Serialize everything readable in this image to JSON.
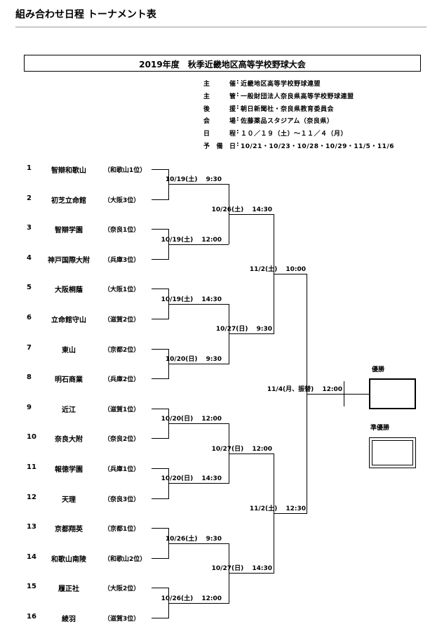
{
  "page_heading": "組み合わせ日程 トーナメント表",
  "title": "2019年度　秋季近畿地区高等学校野球大会",
  "info": [
    {
      "key": "主催",
      "value": "近畿地区高等学校野球連盟"
    },
    {
      "key": "主管",
      "value": "一般財団法人奈良県高等学校野球連盟"
    },
    {
      "key": "後援",
      "value": "朝日新聞社・奈良県教育委員会"
    },
    {
      "key": "会場",
      "value": "佐藤薬品スタジアム（奈良県）"
    },
    {
      "key": "日程",
      "value": "１０／１９（土）～１１／４（月）"
    },
    {
      "key": "予備日",
      "value": "10/21・10/23・10/28・10/29・11/5・11/6"
    }
  ],
  "teams": [
    {
      "seed": "1",
      "name": "智辯和歌山",
      "pref": "（和歌山1位）"
    },
    {
      "seed": "2",
      "name": "初芝立命館",
      "pref": "（大阪3位）"
    },
    {
      "seed": "3",
      "name": "智辯学園",
      "pref": "（奈良1位）"
    },
    {
      "seed": "4",
      "name": "神戸国際大附",
      "pref": "（兵庫3位）"
    },
    {
      "seed": "5",
      "name": "大阪桐蔭",
      "pref": "（大阪1位）"
    },
    {
      "seed": "6",
      "name": "立命館守山",
      "pref": "（滋賀2位）"
    },
    {
      "seed": "7",
      "name": "東山",
      "pref": "（京都2位）"
    },
    {
      "seed": "8",
      "name": "明石商業",
      "pref": "（兵庫2位）"
    },
    {
      "seed": "9",
      "name": "近江",
      "pref": "（滋賀1位）"
    },
    {
      "seed": "10",
      "name": "奈良大附",
      "pref": "（奈良2位）"
    },
    {
      "seed": "11",
      "name": "報徳学園",
      "pref": "（兵庫1位）"
    },
    {
      "seed": "12",
      "name": "天理",
      "pref": "（奈良3位）"
    },
    {
      "seed": "13",
      "name": "京都翔英",
      "pref": "（京都1位）"
    },
    {
      "seed": "14",
      "name": "和歌山南陵",
      "pref": "（和歌山2位）"
    },
    {
      "seed": "15",
      "name": "履正社",
      "pref": "（大阪2位）"
    },
    {
      "seed": "16",
      "name": "綾羽",
      "pref": "（滋賀3位）"
    }
  ],
  "round1": [
    {
      "date": "10/19(土)",
      "time": "9:30"
    },
    {
      "date": "10/19(土)",
      "time": "12:00"
    },
    {
      "date": "10/19(土)",
      "time": "14:30"
    },
    {
      "date": "10/20(日)",
      "time": "9:30"
    },
    {
      "date": "10/20(日)",
      "time": "12:00"
    },
    {
      "date": "10/20(日)",
      "time": "14:30"
    },
    {
      "date": "10/26(土)",
      "time": "9:30"
    },
    {
      "date": "10/26(土)",
      "time": "12:00"
    }
  ],
  "round2": [
    {
      "date": "10/26(土)",
      "time": "14:30"
    },
    {
      "date": "10/27(日)",
      "time": "9:30"
    },
    {
      "date": "10/27(日)",
      "time": "12:00"
    },
    {
      "date": "10/27(日)",
      "time": "14:30"
    }
  ],
  "semis": [
    {
      "date": "11/2(土)",
      "time": "10:00"
    },
    {
      "date": "11/2(土)",
      "time": "12:30"
    }
  ],
  "final": {
    "date": "11/4(月、振替)",
    "time": "12:00"
  },
  "winner_label": "優勝",
  "runnerup_label": "準優勝"
}
